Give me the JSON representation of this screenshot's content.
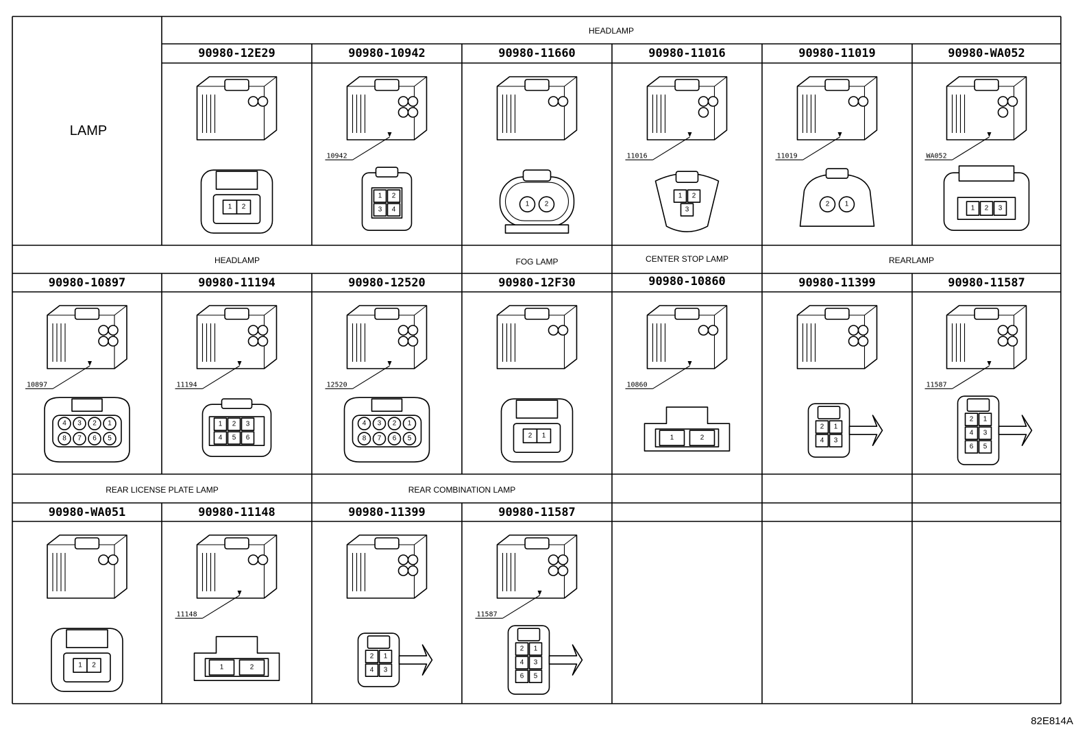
{
  "table_title": "LAMP",
  "reference_code": "82E814A",
  "sections": [
    {
      "label": "HEADLAMP"
    },
    {
      "label": "HEADLAMP"
    },
    {
      "label": "FOG LAMP"
    },
    {
      "label": "CENTER STOP LAMP"
    },
    {
      "label": "REARLAMP"
    },
    {
      "label": "REAR LICENSE PLATE LAMP"
    },
    {
      "label": "REAR COMBINATION LAMP"
    }
  ],
  "connectors": [
    {
      "part_number": "90980-12E29",
      "callout": "",
      "pins": [
        "1",
        "2"
      ],
      "style": "square-2"
    },
    {
      "part_number": "90980-10942",
      "callout": "10942",
      "pins": [
        "1",
        "2",
        "3",
        "4"
      ],
      "style": "quad"
    },
    {
      "part_number": "90980-11660",
      "callout": "",
      "pins": [
        "1",
        "2"
      ],
      "style": "oval-2"
    },
    {
      "part_number": "90980-11016",
      "callout": "11016",
      "pins": [
        "1",
        "2",
        "3"
      ],
      "style": "tri-3"
    },
    {
      "part_number": "90980-11019",
      "callout": "11019",
      "pins": [
        "2",
        "1"
      ],
      "style": "round-2"
    },
    {
      "part_number": "90980-WA052",
      "callout": "WA052",
      "pins": [
        "1",
        "2",
        "3"
      ],
      "style": "row-3"
    },
    {
      "part_number": "90980-10897",
      "callout": "10897",
      "pins": [
        "4",
        "3",
        "2",
        "1",
        "8",
        "7",
        "6",
        "5"
      ],
      "style": "round-8"
    },
    {
      "part_number": "90980-11194",
      "callout": "11194",
      "pins": [
        "1",
        "2",
        "3",
        "4",
        "5",
        "6"
      ],
      "style": "grid-6"
    },
    {
      "part_number": "90980-12520",
      "callout": "12520",
      "pins": [
        "4",
        "3",
        "2",
        "1",
        "8",
        "7",
        "6",
        "5"
      ],
      "style": "round-8"
    },
    {
      "part_number": "90980-12F30",
      "callout": "",
      "pins": [
        "2",
        "1"
      ],
      "style": "square-2"
    },
    {
      "part_number": "90980-10860",
      "callout": "10860",
      "pins": [
        "1",
        "2"
      ],
      "style": "wide-2"
    },
    {
      "part_number": "90980-11399",
      "callout": "",
      "pins": [
        "2",
        "1",
        "4",
        "3"
      ],
      "style": "clip-4"
    },
    {
      "part_number": "90980-11587",
      "callout": "11587",
      "pins": [
        "2",
        "1",
        "4",
        "3",
        "6",
        "5"
      ],
      "style": "clip-6"
    },
    {
      "part_number": "90980-WA051",
      "callout": "",
      "pins": [
        "1",
        "2"
      ],
      "style": "square-2"
    },
    {
      "part_number": "90980-11148",
      "callout": "11148",
      "pins": [
        "1",
        "2"
      ],
      "style": "wide-2"
    },
    {
      "part_number": "90980-11399",
      "callout": "",
      "pins": [
        "2",
        "1",
        "4",
        "3"
      ],
      "style": "clip-4"
    },
    {
      "part_number": "90980-11587",
      "callout": "11587",
      "pins": [
        "2",
        "1",
        "4",
        "3",
        "6",
        "5"
      ],
      "style": "clip-6"
    }
  ]
}
